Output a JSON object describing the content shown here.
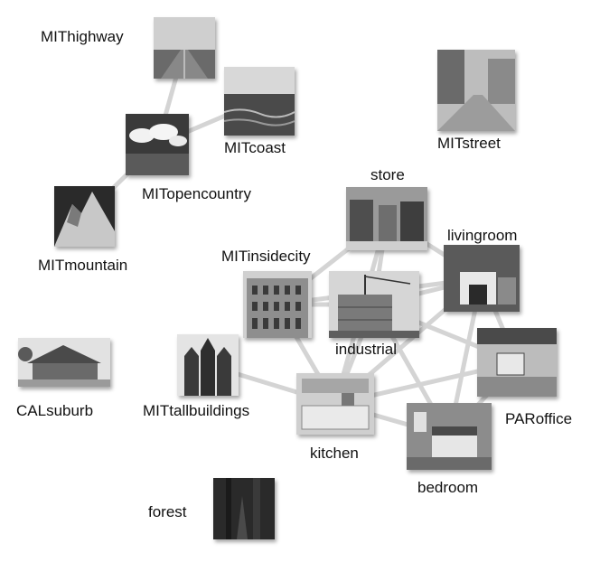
{
  "diagram": {
    "nodes": [
      {
        "id": "MIThighway",
        "label": "MIThighway"
      },
      {
        "id": "MITcoast",
        "label": "MITcoast"
      },
      {
        "id": "MITopencountry",
        "label": "MITopencountry"
      },
      {
        "id": "MITmountain",
        "label": "MITmountain"
      },
      {
        "id": "MITstreet",
        "label": "MITstreet"
      },
      {
        "id": "store",
        "label": "store"
      },
      {
        "id": "livingroom",
        "label": "livingroom"
      },
      {
        "id": "MITinsidecity",
        "label": "MITinsidecity"
      },
      {
        "id": "industrial",
        "label": "industrial"
      },
      {
        "id": "CALsuburb",
        "label": "CALsuburb"
      },
      {
        "id": "MITtallbuildings",
        "label": "MITtallbuildings"
      },
      {
        "id": "PARoffice",
        "label": "PARoffice"
      },
      {
        "id": "kitchen",
        "label": "kitchen"
      },
      {
        "id": "bedroom",
        "label": "bedroom"
      },
      {
        "id": "forest",
        "label": "forest"
      }
    ],
    "edges": [
      [
        "MIThighway",
        "MITopencountry"
      ],
      [
        "MITcoast",
        "MITopencountry"
      ],
      [
        "MITopencountry",
        "MITmountain"
      ],
      [
        "store",
        "MITinsidecity"
      ],
      [
        "store",
        "industrial"
      ],
      [
        "store",
        "livingroom"
      ],
      [
        "store",
        "kitchen"
      ],
      [
        "MITinsidecity",
        "industrial"
      ],
      [
        "MITinsidecity",
        "livingroom"
      ],
      [
        "MITinsidecity",
        "kitchen"
      ],
      [
        "industrial",
        "livingroom"
      ],
      [
        "industrial",
        "kitchen"
      ],
      [
        "industrial",
        "PARoffice"
      ],
      [
        "industrial",
        "bedroom"
      ],
      [
        "livingroom",
        "PARoffice"
      ],
      [
        "livingroom",
        "kitchen"
      ],
      [
        "livingroom",
        "bedroom"
      ],
      [
        "PARoffice",
        "kitchen"
      ],
      [
        "PARoffice",
        "bedroom"
      ],
      [
        "kitchen",
        "bedroom"
      ],
      [
        "MITtallbuildings",
        "kitchen"
      ]
    ],
    "colors": {
      "edge": "#d4d4d4",
      "label": "#111111"
    }
  }
}
